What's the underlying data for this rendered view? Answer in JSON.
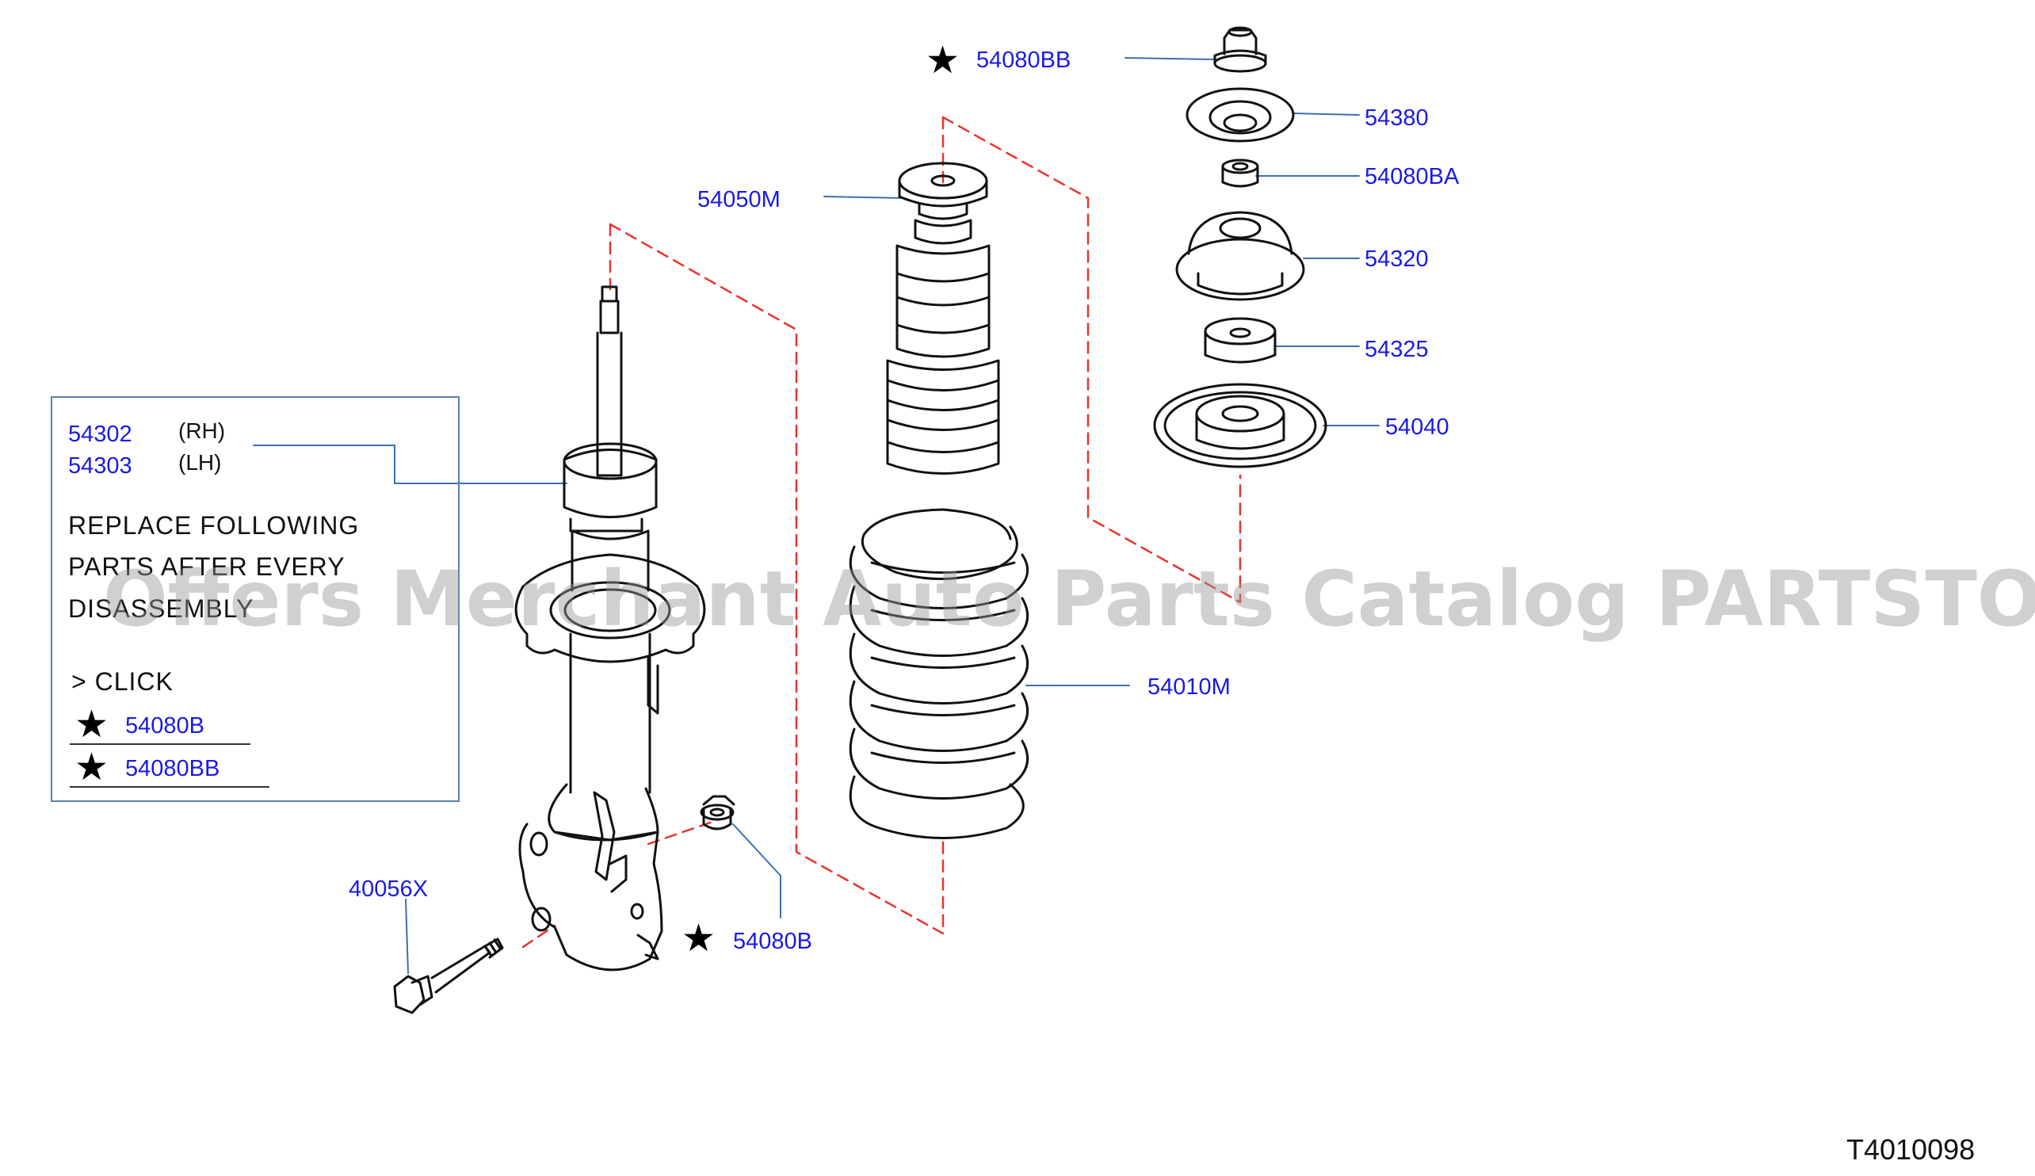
{
  "callouts": {
    "nut_top": "54080BB",
    "washer_top": "54380",
    "nut_small": "54080BA",
    "mount_insulator": "54320",
    "bushing": "54325",
    "seat_upper": "54040",
    "bound_bumper": "54050M",
    "coil_spring": "54010M",
    "strut_rh": "54302",
    "strut_lh": "54303",
    "bolt": "40056X",
    "nut_lower": "54080B"
  },
  "note": {
    "rh": "(RH)",
    "lh": "(LH)",
    "line1": "REPLACE  FOLLOWING",
    "line2": "PARTS  AFTER  EVERY",
    "line3": "DISASSEMBLY",
    "click": ">  CLICK",
    "item1": "54080B",
    "item2": "54080BB"
  },
  "watermark": "Offers Merchant Auto Parts Catalog PARTSTORE.SA",
  "diagram_id": "T4010098",
  "colors": {
    "callout_text": "#1a1ae6",
    "leader": "#3a6fb0",
    "dash": "#e8342b",
    "line_art": "#111111"
  }
}
